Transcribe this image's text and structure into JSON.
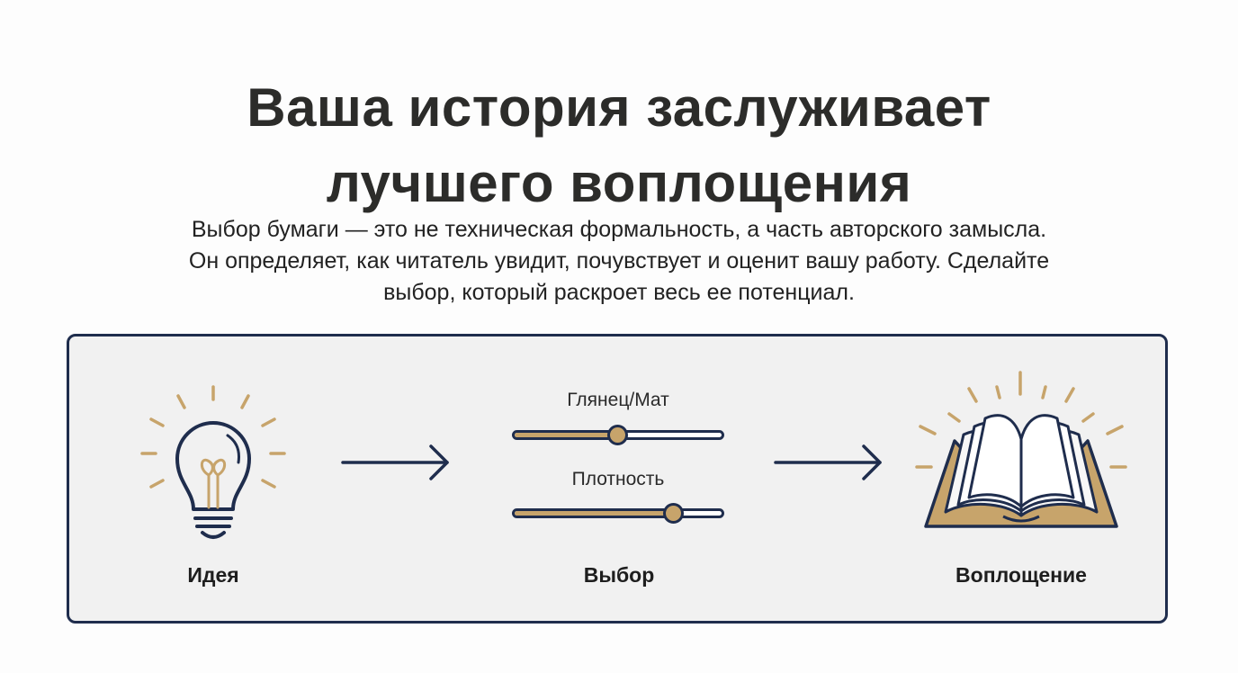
{
  "headline": {
    "line1": "Ваша история заслуживает",
    "line2": "лучшего воплощения"
  },
  "lead": {
    "line1": "Выбор бумаги — это не техническая формальность, а часть авторского замысла.",
    "line2": "Он определяет, как читатель увидит, почувствует и оценит вашу работу. Сделайте",
    "line3": "выбор, который раскроет весь ее потенциал."
  },
  "colors": {
    "navy": "#1f2d4d",
    "gold": "#c7a46b",
    "panel_bg": "#f1f1f1",
    "text": "#2c2c2a"
  },
  "diagram": {
    "stages": [
      {
        "label": "Идея",
        "icon": "lightbulb-icon"
      },
      {
        "label": "Выбор",
        "icon": "sliders-icon"
      },
      {
        "label": "Воплощение",
        "icon": "open-book-icon"
      }
    ],
    "connectors": [
      "arrow-right-icon",
      "arrow-right-icon"
    ],
    "sliders": [
      {
        "label": "Глянец/Мат",
        "value": 0.5
      },
      {
        "label": "Плотность",
        "value": 0.77
      }
    ]
  }
}
